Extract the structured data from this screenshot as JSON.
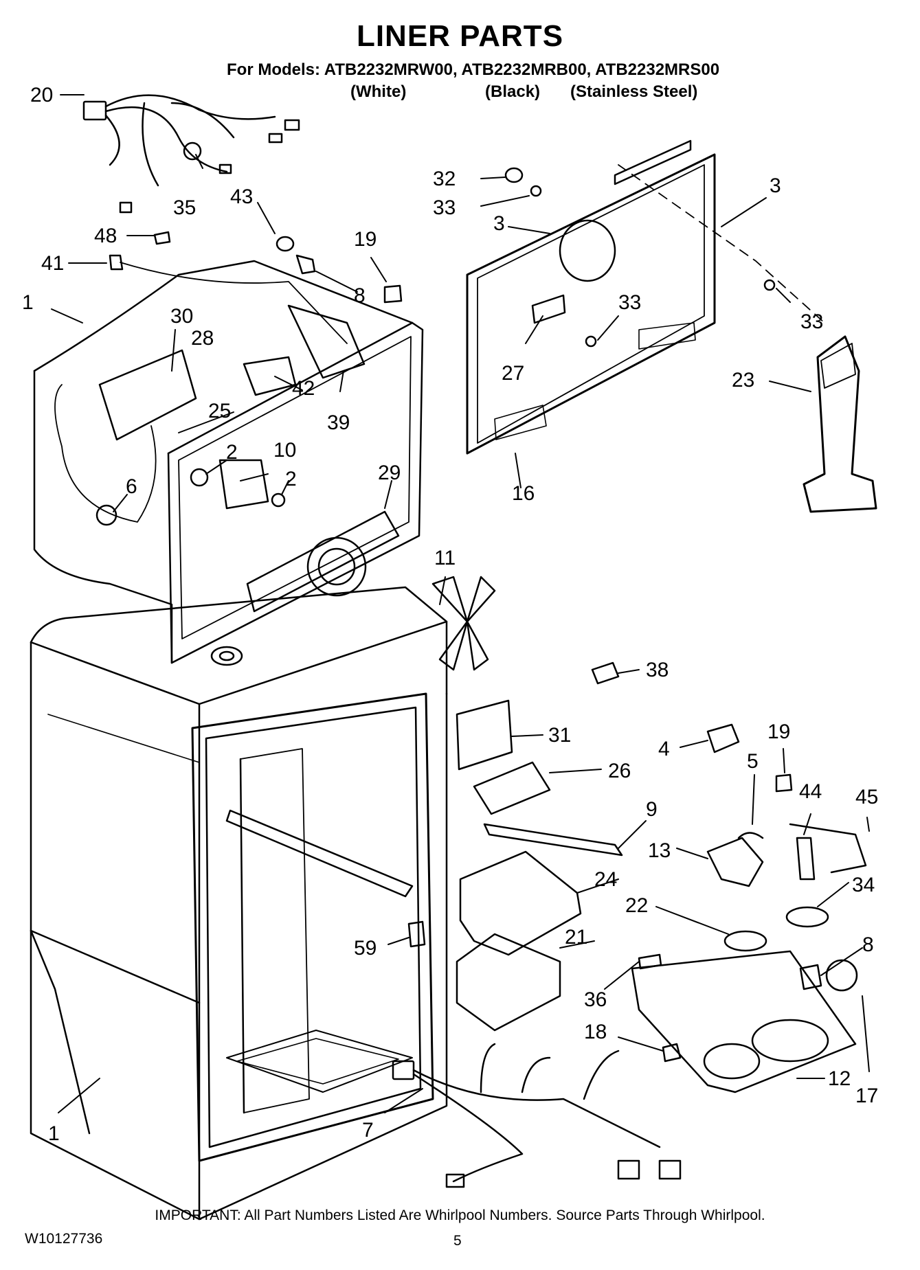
{
  "title": "LINER PARTS",
  "models_line": "For Models: ATB2232MRW00, ATB2232MRB00, ATB2232MRS00",
  "variants": [
    "(White)",
    "(Black)",
    "(Stainless Steel)"
  ],
  "footer_note": "IMPORTANT: All Part Numbers Listed Are Whirlpool Numbers. Source Parts Through Whirlpool.",
  "document_id": "W10127736",
  "page_number": "5",
  "callouts": [
    {
      "label": "20"
    },
    {
      "label": "35"
    },
    {
      "label": "43"
    },
    {
      "label": "48"
    },
    {
      "label": "41"
    },
    {
      "label": "19"
    },
    {
      "label": "8"
    },
    {
      "label": "1"
    },
    {
      "label": "30"
    },
    {
      "label": "28"
    },
    {
      "label": "42"
    },
    {
      "label": "39"
    },
    {
      "label": "25"
    },
    {
      "label": "2"
    },
    {
      "label": "10"
    },
    {
      "label": "2"
    },
    {
      "label": "29"
    },
    {
      "label": "6"
    },
    {
      "label": "11"
    },
    {
      "label": "32"
    },
    {
      "label": "33"
    },
    {
      "label": "3"
    },
    {
      "label": "3"
    },
    {
      "label": "33"
    },
    {
      "label": "33"
    },
    {
      "label": "27"
    },
    {
      "label": "23"
    },
    {
      "label": "16"
    },
    {
      "label": "38"
    },
    {
      "label": "31"
    },
    {
      "label": "26"
    },
    {
      "label": "4"
    },
    {
      "label": "19"
    },
    {
      "label": "5"
    },
    {
      "label": "9"
    },
    {
      "label": "44"
    },
    {
      "label": "45"
    },
    {
      "label": "13"
    },
    {
      "label": "24"
    },
    {
      "label": "34"
    },
    {
      "label": "22"
    },
    {
      "label": "21"
    },
    {
      "label": "8"
    },
    {
      "label": "59"
    },
    {
      "label": "36"
    },
    {
      "label": "18"
    },
    {
      "label": "12"
    },
    {
      "label": "17"
    },
    {
      "label": "1"
    },
    {
      "label": "7"
    }
  ]
}
